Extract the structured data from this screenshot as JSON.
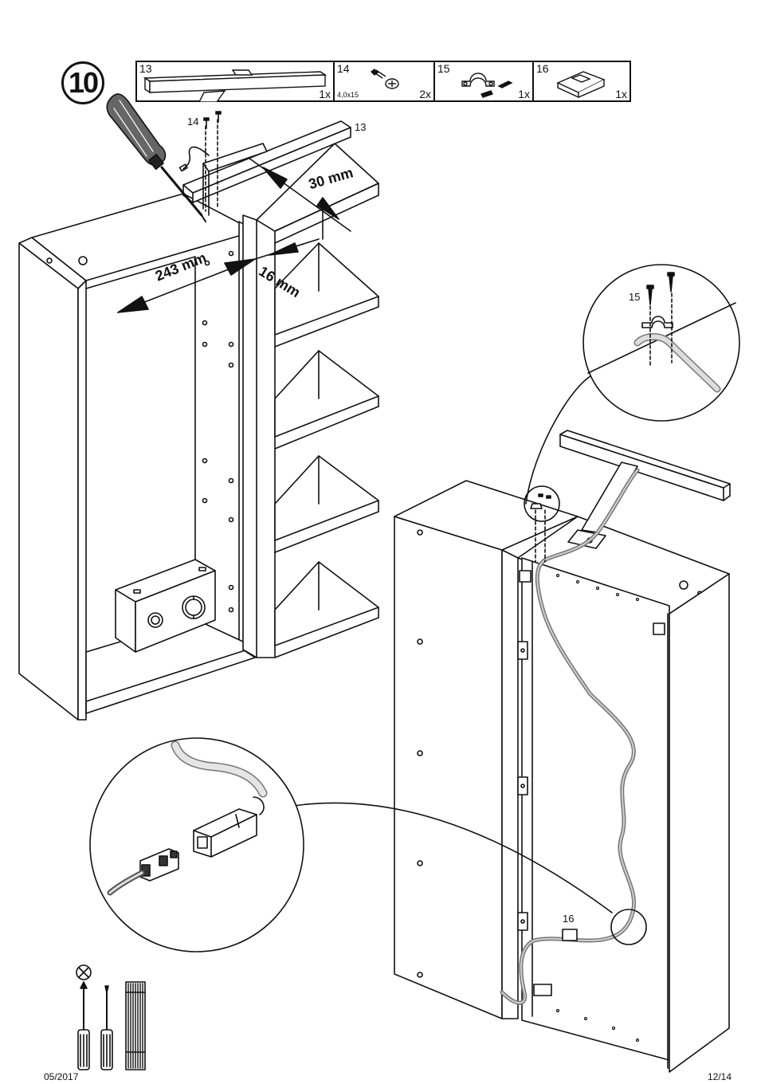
{
  "step": {
    "number": "10"
  },
  "parts": [
    {
      "id": "13",
      "qty": "1x",
      "size": ""
    },
    {
      "id": "14",
      "qty": "2x",
      "size": "4,0x15"
    },
    {
      "id": "15",
      "qty": "1x",
      "size": ""
    },
    {
      "id": "16",
      "qty": "1x",
      "size": ""
    }
  ],
  "callouts": {
    "screw": "14",
    "lamp": "13",
    "clip": "15",
    "holder": "16"
  },
  "dimensions": {
    "width": "243  mm",
    "offset": "30 mm",
    "thickness": "16 mm"
  },
  "footer": {
    "date": "05/2017",
    "page": "12/14"
  },
  "icons": [
    "no-drill-icon",
    "screwdriver-icon",
    "awl-icon",
    "measuring-tape-icon"
  ]
}
